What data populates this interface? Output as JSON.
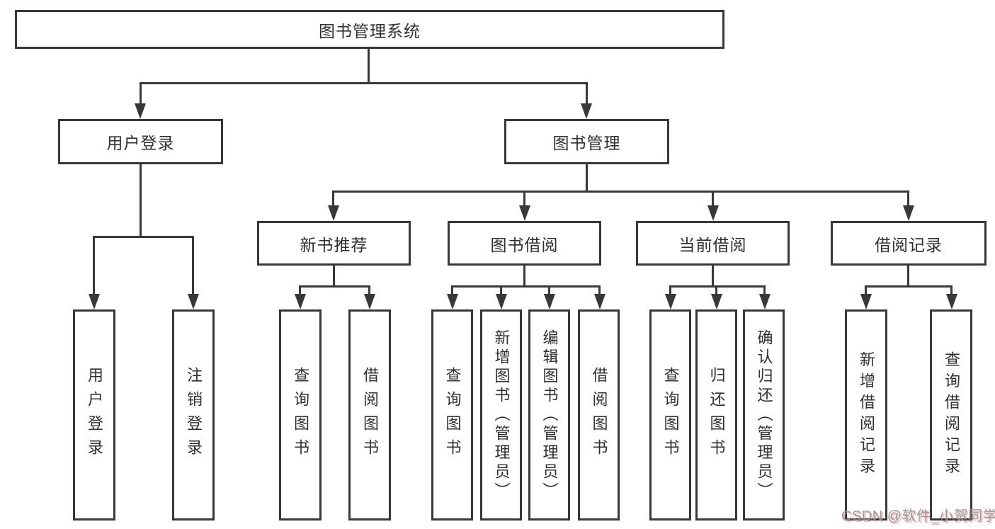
{
  "diagram": {
    "title": "图书管理系统",
    "colors": {
      "line": "#383838",
      "text": "#2f2f2f",
      "box_background": "#ffffff",
      "watermark_text": "#969696",
      "watermark_shadow": "#e18282"
    },
    "nodes": {
      "root": {
        "label": "图书管理系统"
      },
      "user_login": {
        "label": "用户登录"
      },
      "book_mgmt": {
        "label": "图书管理"
      },
      "new_book_rec": {
        "label": "新书推荐"
      },
      "book_borrow": {
        "label": "图书借阅"
      },
      "current_borrow": {
        "label": "当前借阅"
      },
      "borrow_record": {
        "label": "借阅记录"
      },
      "leaf_user_login": {
        "label": "用户登录"
      },
      "leaf_logout": {
        "label": "注销登录"
      },
      "leaf_query_book_1": {
        "label": "查询图书"
      },
      "leaf_borrow_book_1": {
        "label": "借阅图书"
      },
      "leaf_query_book_2": {
        "label": "查询图书"
      },
      "leaf_add_book": {
        "label": "新增图书（管理员）"
      },
      "leaf_edit_book": {
        "label": "编辑图书（管理员）"
      },
      "leaf_borrow_book_2": {
        "label": "借阅图书"
      },
      "leaf_query_book_3": {
        "label": "查询图书"
      },
      "leaf_return_book": {
        "label": "归还图书"
      },
      "leaf_confirm_return": {
        "label": "确认归还（管理员）"
      },
      "leaf_add_record": {
        "label": "新增借阅记录"
      },
      "leaf_query_record": {
        "label": "查询借阅记录"
      }
    },
    "watermark": "CSDN @软件_小贺同学"
  }
}
